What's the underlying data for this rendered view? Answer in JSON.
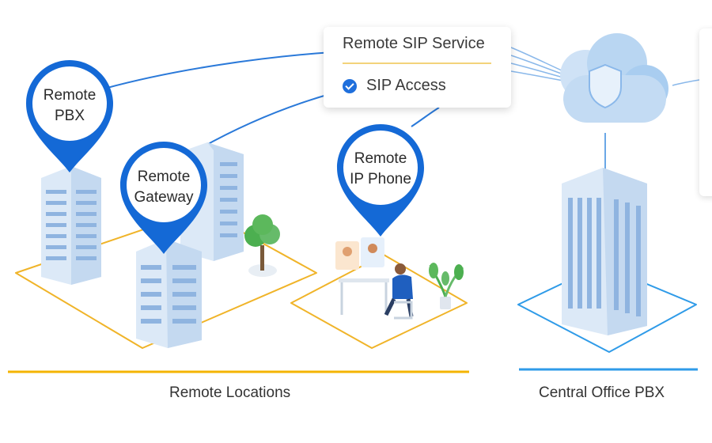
{
  "pins": {
    "remote_pbx": {
      "line1": "Remote",
      "line2": "PBX"
    },
    "remote_gateway": {
      "line1": "Remote",
      "line2": "Gateway"
    },
    "remote_ip_phone": {
      "line1": "Remote",
      "line2": "IP Phone"
    }
  },
  "sip_card": {
    "title": "Remote SIP Service",
    "item": "SIP Access"
  },
  "labels": {
    "remote_locations": "Remote Locations",
    "central_office": "Central Office PBX"
  },
  "colors": {
    "pin_blue": "#1469d6",
    "remote_accent": "#f4b400",
    "central_accent": "#2f9be8",
    "cloud": "#a9cdf0",
    "building": "#d9e8f6"
  }
}
